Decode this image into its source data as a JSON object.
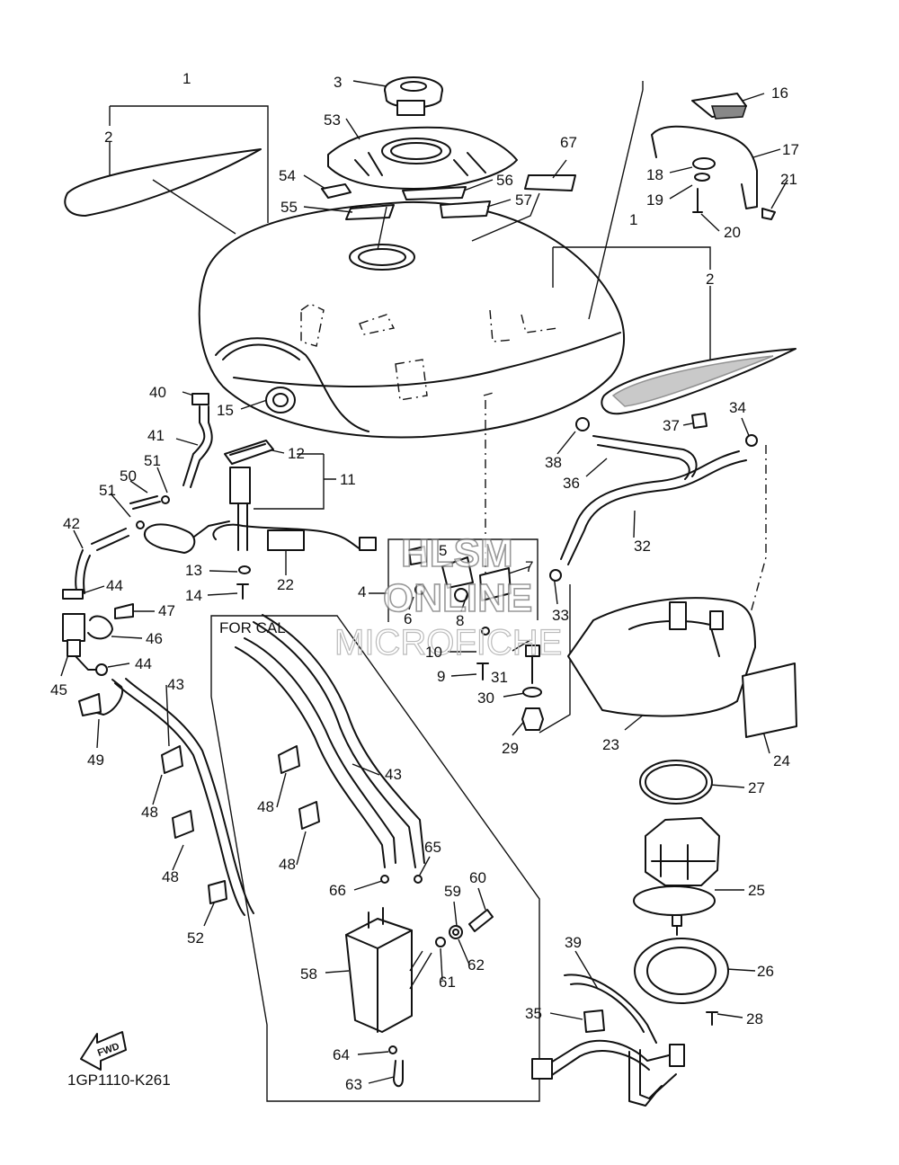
{
  "diagram_code": "1GP1110-K261",
  "panel_title": "FOR CAL",
  "fwd_label": "FWD",
  "watermark": {
    "line1": "HLSM",
    "line2": "ONLINE",
    "line3": "MICROFICHE"
  },
  "callouts": {
    "c1a": "1",
    "c2a": "2",
    "c3": "3",
    "c53": "53",
    "c54": "54",
    "c55": "55",
    "c56": "56",
    "c57": "57",
    "c67": "67",
    "c16": "16",
    "c17": "17",
    "c18": "18",
    "c19": "19",
    "c20": "20",
    "c21": "21",
    "c1b": "1",
    "c2b": "2",
    "c40": "40",
    "c15": "15",
    "c41": "41",
    "c12": "12",
    "c11": "11",
    "c51a": "51",
    "c50": "50",
    "c51b": "51",
    "c42": "42",
    "c13": "13",
    "c22": "22",
    "c14": "14",
    "c44a": "44",
    "c47": "47",
    "c46": "46",
    "c44b": "44",
    "c45": "45",
    "c43a": "43",
    "c49": "49",
    "c48a": "48",
    "c48b": "48",
    "c52": "52",
    "c4": "4",
    "c5": "5",
    "c7": "7",
    "c6": "6",
    "c8": "8",
    "c10": "10",
    "c9": "9",
    "c31": "31",
    "c30": "30",
    "c29": "29",
    "c33": "33",
    "c32": "32",
    "c37": "37",
    "c38": "38",
    "c36": "36",
    "c34": "34",
    "c23": "23",
    "c24": "24",
    "c27": "27",
    "c25": "25",
    "c39": "39",
    "c26": "26",
    "c35": "35",
    "c28": "28",
    "c43b": "43",
    "c48c": "48",
    "c48d": "48",
    "c65": "65",
    "c66": "66",
    "c60": "60",
    "c59": "59",
    "c62": "62",
    "c61": "61",
    "c58": "58",
    "c64": "64",
    "c63": "63"
  }
}
